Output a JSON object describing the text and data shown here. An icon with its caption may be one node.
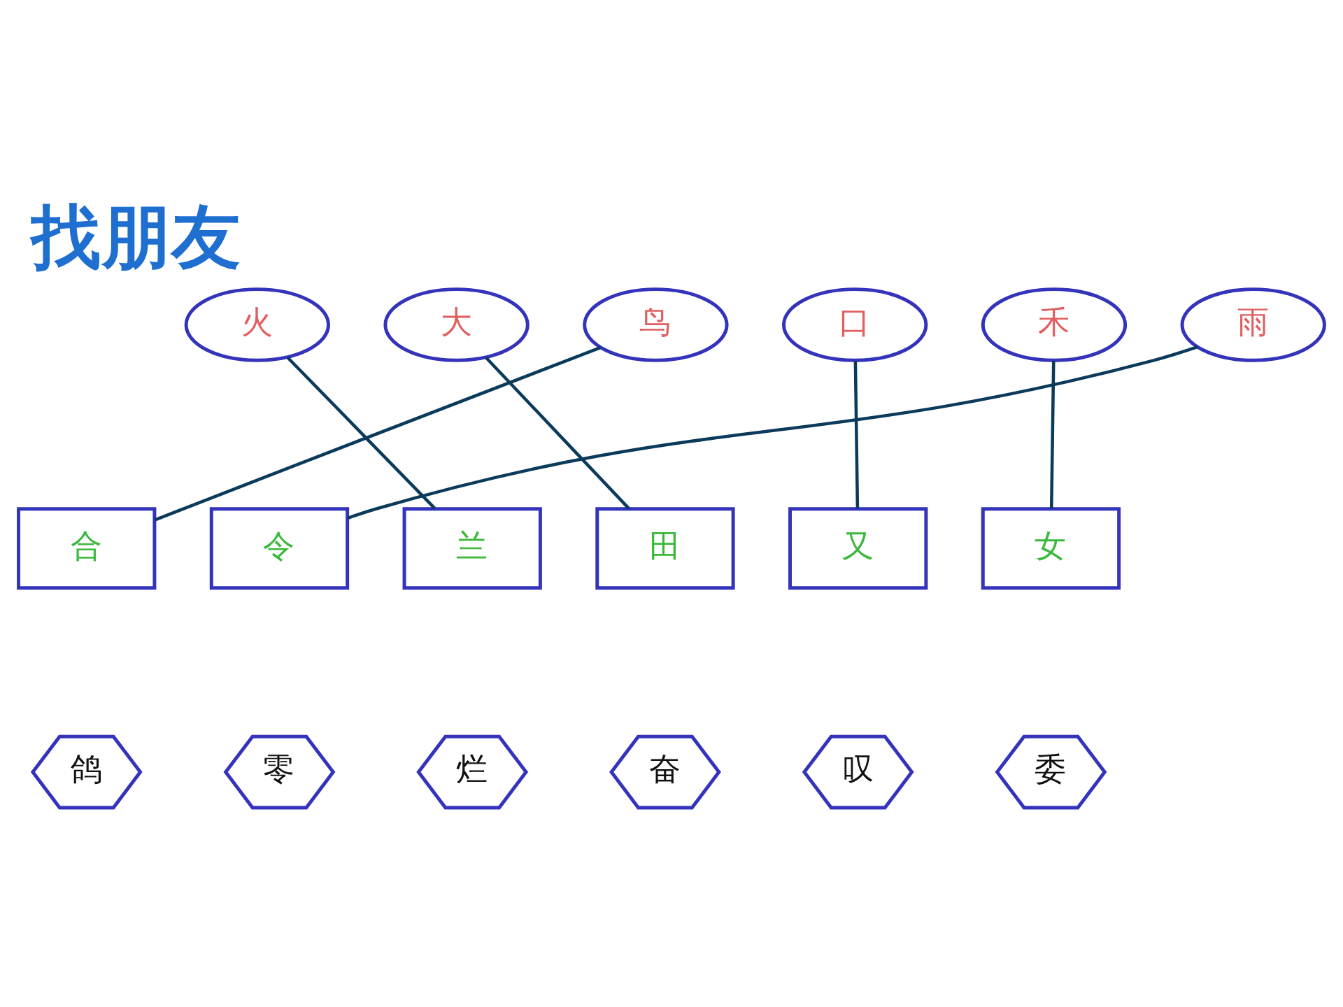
{
  "diagram": {
    "title": "找朋友",
    "nodes": [
      {
        "text": [
          "火"
        ]
      },
      {
        "text": [
          "大"
        ]
      },
      {
        "text": [
          "鸟"
        ]
      },
      {
        "text": [
          "口"
        ]
      },
      {
        "text": [
          "禾"
        ]
      },
      {
        "text": [
          "雨"
        ]
      },
      {
        "text": [
          "合"
        ]
      },
      {
        "text": [
          "令"
        ]
      },
      {
        "text": [
          "兰"
        ]
      },
      {
        "text": [
          "田"
        ]
      },
      {
        "text": [
          "又"
        ]
      },
      {
        "text": [
          "女"
        ]
      },
      {
        "text": [
          "鸽"
        ]
      },
      {
        "text": [
          "零"
        ]
      },
      {
        "text": [
          "烂"
        ]
      },
      {
        "text": [
          "奋"
        ]
      },
      {
        "text": [
          "叹"
        ]
      },
      {
        "text": [
          "委"
        ]
      }
    ],
    "edges": [
      {
        "from": 0,
        "to": 8,
        "arrow": "none"
      },
      {
        "from": 1,
        "to": 9,
        "arrow": "none"
      },
      {
        "from": 2,
        "to": 6,
        "arrow": "none"
      },
      {
        "from": 3,
        "to": 10,
        "arrow": "none"
      },
      {
        "from": 4,
        "to": 11,
        "arrow": "none"
      },
      {
        "from": 5,
        "to": 7,
        "arrow": "none"
      }
    ]
  }
}
